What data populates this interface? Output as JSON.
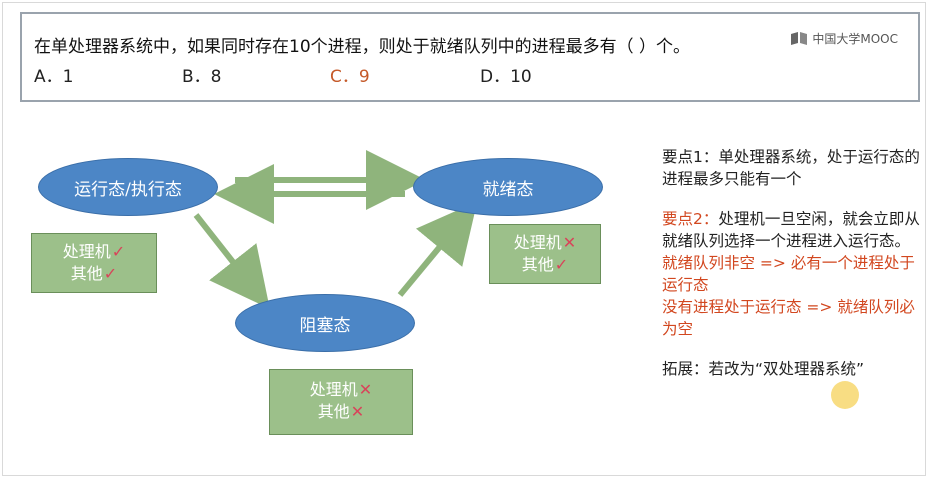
{
  "question": {
    "text": "在单处理器系统中，如果同时存在10个进程，则处于就绪队列中的进程最多有（    ）个。",
    "options": [
      {
        "label": "A．1",
        "correct": false
      },
      {
        "label": "B．8",
        "correct": false
      },
      {
        "label": "C．9",
        "correct": true
      },
      {
        "label": "D．10",
        "correct": false
      }
    ]
  },
  "logo": {
    "text": "中国大学MOOC",
    "icon": "book-icon"
  },
  "diagram": {
    "states": {
      "running": "运行态/执行态",
      "ready": "就绪态",
      "blocked": "阻塞态"
    },
    "callouts": {
      "running": {
        "line1": "处理机",
        "mark1": "✓",
        "line2": "其他",
        "mark2": "✓"
      },
      "ready": {
        "line1": "处理机",
        "mark1": "✕",
        "line2": "其他",
        "mark2": "✓"
      },
      "blocked": {
        "line1": "处理机",
        "mark1": "✕",
        "line2": "其他",
        "mark2": "✕"
      }
    },
    "colors": {
      "ellipse": "#4c86c6",
      "callout": "#9cc08a",
      "arrow": "#8fb47c",
      "mark": "#d8445a"
    }
  },
  "notes": {
    "point1_title": "要点1：",
    "point1_body": "单处理器系统，处于运行态的进程最多只能有一个",
    "point2_title": "要点2：",
    "point2_body": "处理机一旦空闲，就会立即从就绪队列选择一个进程进入运行态。",
    "rule1": "就绪队列非空 => 必有一个进程处于运行态",
    "rule2": "没有进程处于运行态 => 就绪队列必为空",
    "extension": "拓展：若改为“双处理器系统”"
  }
}
